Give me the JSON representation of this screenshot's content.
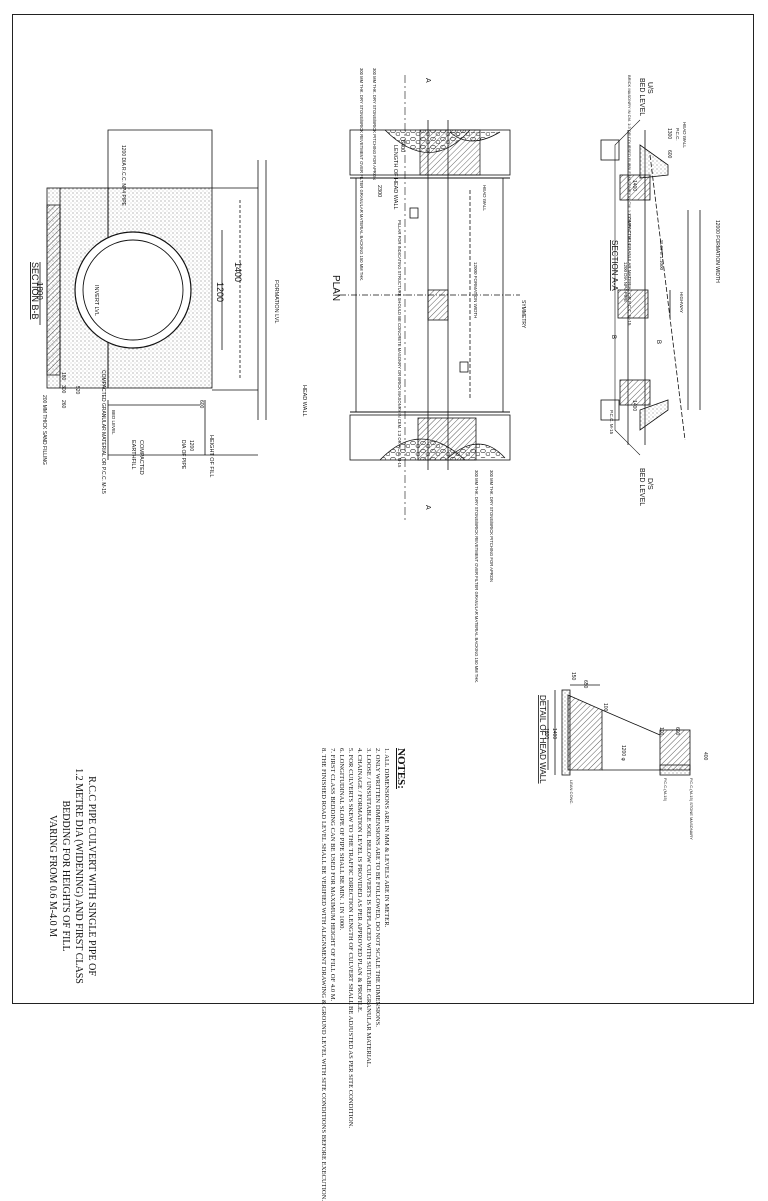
{
  "plan": {
    "title": "PLAN",
    "length_head_wall": "LENGTH OF HEAD WALL",
    "head_wall_len": "6400",
    "dim_2300": "2300",
    "head_wall": "HEAD WALL",
    "symmetry": "SYMMETRY",
    "section_mark": "A",
    "formation_width": "12000 FORMATION WIDTH",
    "pillar_note": "PILLAR FOR INDICATING STRUCTURE SHOULD BE CONCRETE MASONRY OR BRICK MASONRY IN CEM. 1:3 OR P.C.C. M-15",
    "pitching_top": "300 MM THK. DRY STONE/BRICK PITCHING FOR APRON",
    "revetment_top": "300 MM THK. DRY STONE/BRICK REVETMENT OVER FILTER GRANULAR MATERIAL BACKING 150 MM THK.",
    "revetment_bottom": "300 MM THK. DRY STONE/BRICK REVETMENT OVER FILTER GRANULAR MATERIAL BACKING 150 MM THK.",
    "pitching_bottom": "300 MM THK. DRY STONE/BRICK PITCHING FOR APRON"
  },
  "section_aa": {
    "title": "SECTION A-A",
    "us": "U/S",
    "ds": "D/S",
    "bed_level_top": "BED LEVEL",
    "bed_level_bottom": "BED LEVEL",
    "pcc": "P.C.C.",
    "head_wall": "HEAD WALL",
    "brick_note": "BRICK MASONRY IN CM. 1:3 OR COURSED RUBBLE MASONRY IN CM. 1:3 OR P.C.C. M-15",
    "dim_1300": "1300",
    "dim_600": "600",
    "dim_1400_top": "1400",
    "dim_1400_bottom": "1400",
    "compacted_note": "COMPACTED GRANULAR MATERIAL OR P.C.C. M-15",
    "formation_width": "12000 FORMATION WIDTH",
    "pipe_label": "1200 DIA NP4 PIPE",
    "slope_label": "SLOPE 1:1000",
    "highway": "HIGHWAY",
    "mark_b": "B",
    "pcc_bottom": "P.C.C. M-15"
  },
  "section_bb": {
    "title": "SECTION B-B",
    "formation_lvl": "FORMATION LVL",
    "head_wall": "HEAD WALL",
    "invert_lvl": "INVERT LVL",
    "dim_1400": "1400",
    "dim_1200": "1200",
    "dim_1800": "1800",
    "pipe_label": "1200 DIA R.C.C. NP4 PIPE",
    "dim_180": "180",
    "dim_300": "300",
    "dim_260": "260",
    "dim_520": "520",
    "dim_600": "600",
    "dim_1200_bottom": "1200",
    "dia_of_pipe": "DIA OF PIPE",
    "compacted_note": "COMPACTED GRANULAR MATERIAL OR P.C.C. M-15",
    "sand_note": "200 MM THICK SAND FILLING",
    "bed_level": "BED LEVEL",
    "height_of_fill": "HEIGHT OF FILL",
    "compacted": "COMPACTED",
    "earthfill": "EARTHFILL"
  },
  "head_wall_detail": {
    "title": "DETAIL OF HEAD WALL",
    "dim_150": "150",
    "dim_650": "650",
    "dim_100a": "100",
    "dim_1400": "1400",
    "dim_1600": "1600",
    "dim_100b": "100",
    "dim_600": "600",
    "dim_1200": "1200 φ",
    "dim_400": "400",
    "pcc_label": "P.C.C.(M-15)",
    "stone_label": "P.C.C.(M-15) STONE MASONARY",
    "lean_conc": "LEAN CONC."
  },
  "notes": {
    "heading": "NOTES:",
    "items": [
      "1.   ALL DIMENSIONS ARE IN MM & LEVELS ARE IN METER.",
      "2.   ONLY WRITTEN DIMENSIONS ARE TO BE FOLLOWED, DO NOT SCALE THE DIMENSIONS.",
      "3.   LOOSE / UNSUITABLE SOIL BELOW CULVERTS IS REPLACED WITH SUITABLE GRANULAR MATERIAL.",
      "4.   CHAINAGE / FORMATION LEVEL IS PROVIDED AS PER APPROVED PLAN & PROFILE.",
      "5.   FOR CULVERTS SKEW TO THE TRAFFIC DIRECTION LENGTH OF CULVERT SHALL BE ADJUSTED AS PER SITE CONDITION.",
      "6.   LONGITUDINAL SLOPE OF PIPE SHALL BE MIN. 1 IN 1000.",
      "7.   FIRST CLASS BEDDING CAN BE USED FOR MAXIMUM HEIGHT OF FILL OF 4.0 M.",
      "8.   THE FINISHED ROAD LEVEL SHALL BE VERIFIED WITH ALIGNMENT DRAWING & GROUND LEVEL WITH SITE CONDITIONS BEFORE EXECUTION."
    ]
  },
  "title_block": {
    "line1": "R.C.C PIPE CULVERT WITH SINGLE PIPE OF",
    "line2": "1.2 METRE DIA (WIDENING) AND FIRST CLASS",
    "line3": "BEDDING FOR HEIGHTS OF FILL",
    "line4": "VARING FROM 0.6 M-4.0 M"
  },
  "colors": {
    "ink": "#111111",
    "paper": "#ffffff"
  }
}
